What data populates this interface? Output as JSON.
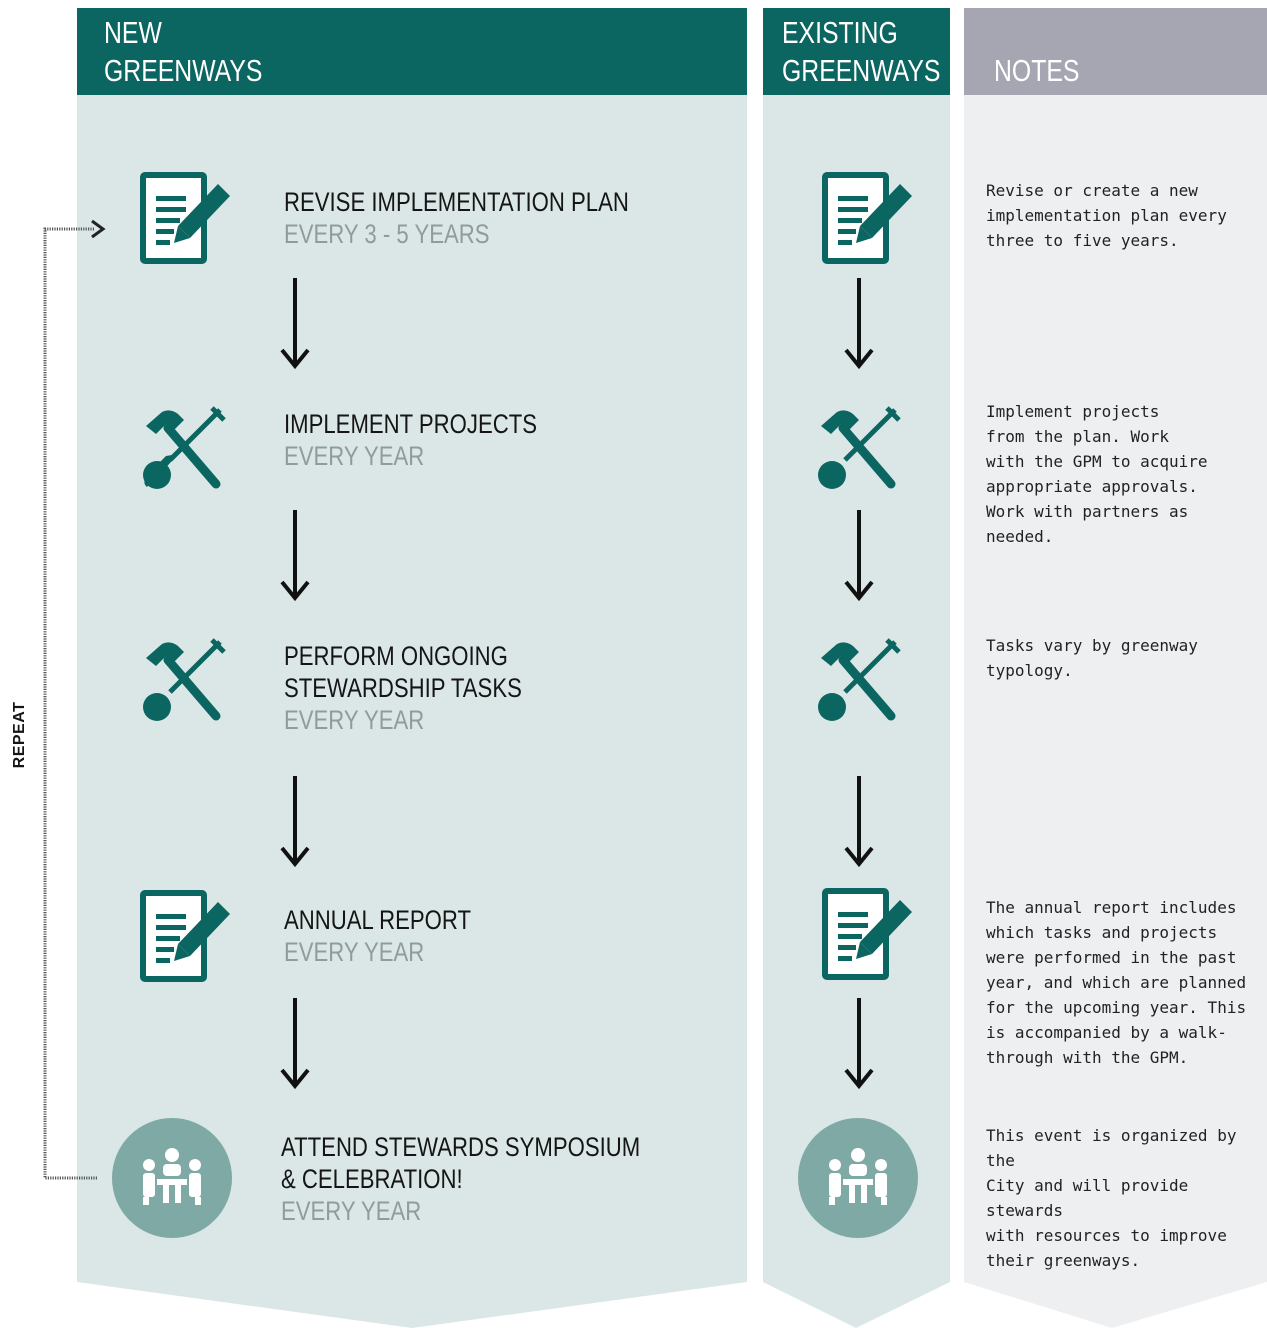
{
  "columns": {
    "new_greenways": {
      "line1": "NEW",
      "line2": "GREENWAYS"
    },
    "existing_greenways": {
      "line1": "EXISTING",
      "line2": "GREENWAYS"
    },
    "notes": {
      "label": "NOTES"
    }
  },
  "colors": {
    "header_teal": "#0b6560",
    "header_gray": "#a6a6b2",
    "panel_light_teal": "#dae7e6",
    "panel_light_gray": "#eeeff1",
    "icon_teal": "#0b6560",
    "icon_circle": "#7fa9a5"
  },
  "steps": [
    {
      "title_lines": [
        "REVISE IMPLEMENTATION PLAN"
      ],
      "frequency": "EVERY 3 - 5 YEARS",
      "icon": "document-edit-icon",
      "note": "Revise or create a new\nimplementation plan every\nthree to five years."
    },
    {
      "title_lines": [
        "IMPLEMENT PROJECTS"
      ],
      "frequency": "EVERY YEAR",
      "icon": "tools-icon",
      "note": "Implement projects\nfrom the plan. Work\nwith the GPM to acquire\nappropriate approvals.\nWork with partners as\nneeded."
    },
    {
      "title_lines": [
        "PERFORM ONGOING",
        "STEWARDSHIP TASKS"
      ],
      "frequency": "EVERY YEAR",
      "icon": "tools-icon",
      "note": "Tasks vary by greenway\ntypology."
    },
    {
      "title_lines": [
        "ANNUAL REPORT"
      ],
      "frequency": "EVERY YEAR",
      "icon": "document-edit-icon",
      "note": "The annual report includes\nwhich tasks and projects\nwere performed in the past\nyear, and which are planned\nfor the upcoming year. This\nis accompanied by a walk-\nthrough with the GPM."
    },
    {
      "title_lines": [
        "ATTEND STEWARDS SYMPOSIUM",
        "& CELEBRATION!"
      ],
      "frequency": "EVERY YEAR",
      "icon": "meeting-icon",
      "note": "This event is organized by the\nCity and will provide stewards\nwith resources to improve\ntheir greenways."
    }
  ],
  "loop_label": "REPEAT"
}
